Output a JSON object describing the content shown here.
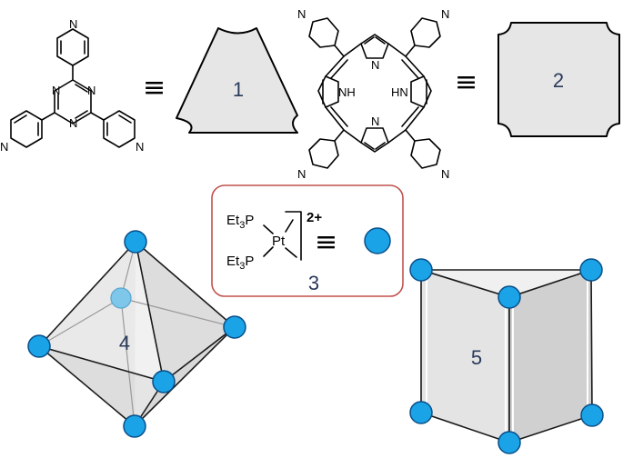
{
  "labels": {
    "triazine_shape": "1",
    "porphyrin_shape": "2",
    "platinum_box": "3",
    "octahedron": "4",
    "prism": "5"
  },
  "equivalence_symbol": "≡",
  "atoms": {
    "nitrogen": "N",
    "nh": "NH",
    "hn": "HN"
  },
  "platinum_complex": {
    "ligand": "Et",
    "ligand_subscript": "3",
    "phosphorus": "P",
    "metal": "Pt",
    "charge": "2+"
  },
  "colors": {
    "node_fill": "#1aa3e6",
    "box_border": "#c0504d",
    "shape_fill": "#e6e6e6",
    "label_color": "#2a3a5a"
  }
}
